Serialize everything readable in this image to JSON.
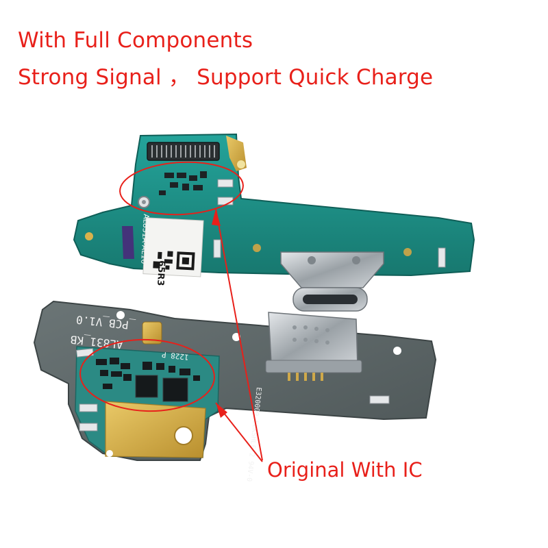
{
  "headline": {
    "line1": "With Full Components",
    "line2": "Strong Signal ， Support Quick Charge"
  },
  "callout": {
    "label": "Original With IC"
  },
  "board_top": {
    "silkscreen_model": "AL831A-AL10",
    "label_code": "65R3"
  },
  "board_bottom": {
    "silkscreen_pcb": "_PCB_V1.0",
    "silkscreen_model": "AL831_KB",
    "silkscreen_marks": "E320009 EEKSHLF-2 94V-0",
    "silkscreen_small": "1228 P"
  },
  "colors": {
    "text": "#e8201a",
    "pcb_top": "#1f8f86",
    "pcb_bottom": "#2b7d7a",
    "pcb_grey": "#5e6768",
    "gold": "#d6b24a"
  }
}
